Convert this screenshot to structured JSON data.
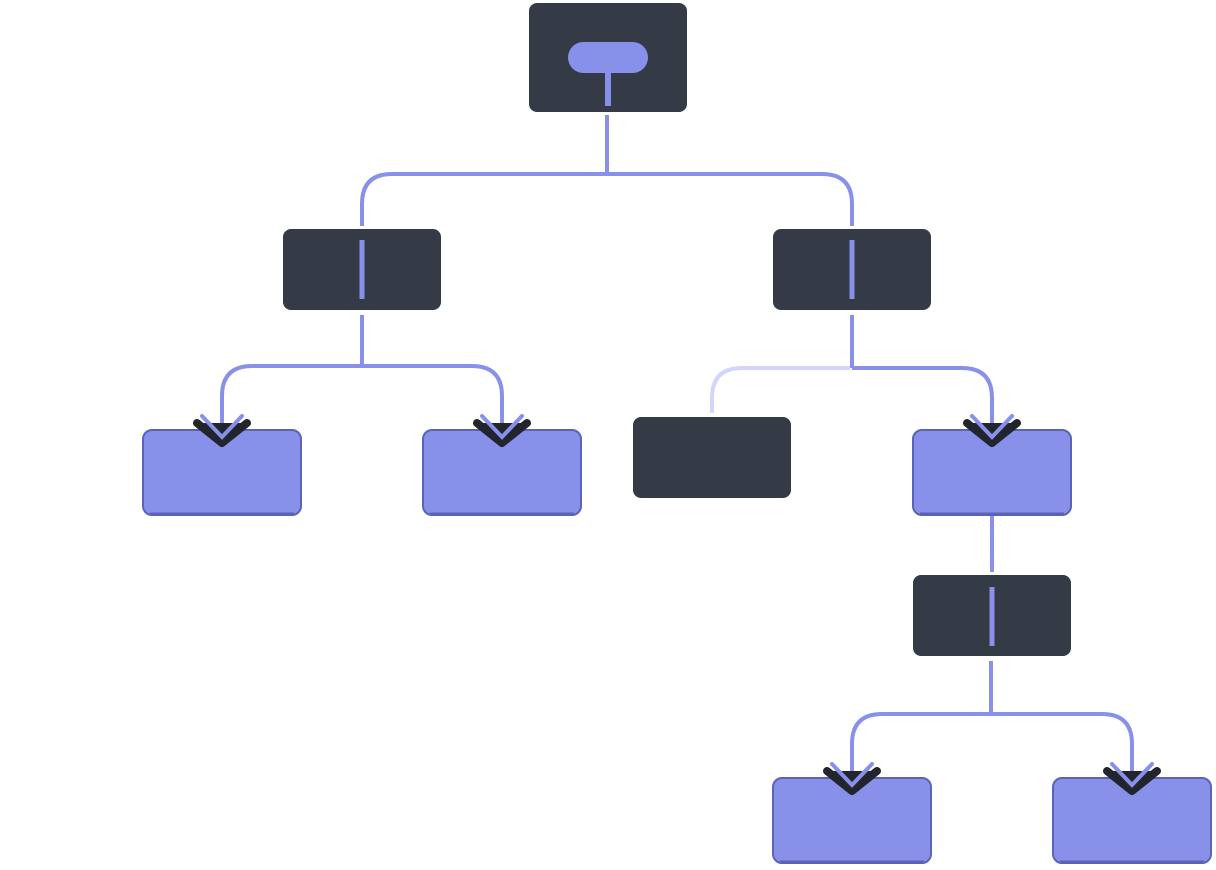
{
  "colors": {
    "dark_node": "#353a47",
    "active_node": "#8891ea",
    "active_node_border": "#5a63b8",
    "edge": "#8891ea",
    "faded_edge": "#d3d6f8",
    "arrow_shadow": "#22252e"
  },
  "nodes": [
    {
      "id": "root",
      "style": "dark",
      "icon": "pill"
    },
    {
      "id": "mid-left",
      "style": "dark"
    },
    {
      "id": "mid-right",
      "style": "dark"
    },
    {
      "id": "leaf-1",
      "style": "active"
    },
    {
      "id": "leaf-2",
      "style": "active"
    },
    {
      "id": "inactive-node",
      "style": "dark"
    },
    {
      "id": "leaf-3",
      "style": "active"
    },
    {
      "id": "mid-lower",
      "style": "dark"
    },
    {
      "id": "leaf-4",
      "style": "active"
    },
    {
      "id": "leaf-5",
      "style": "active"
    }
  ]
}
